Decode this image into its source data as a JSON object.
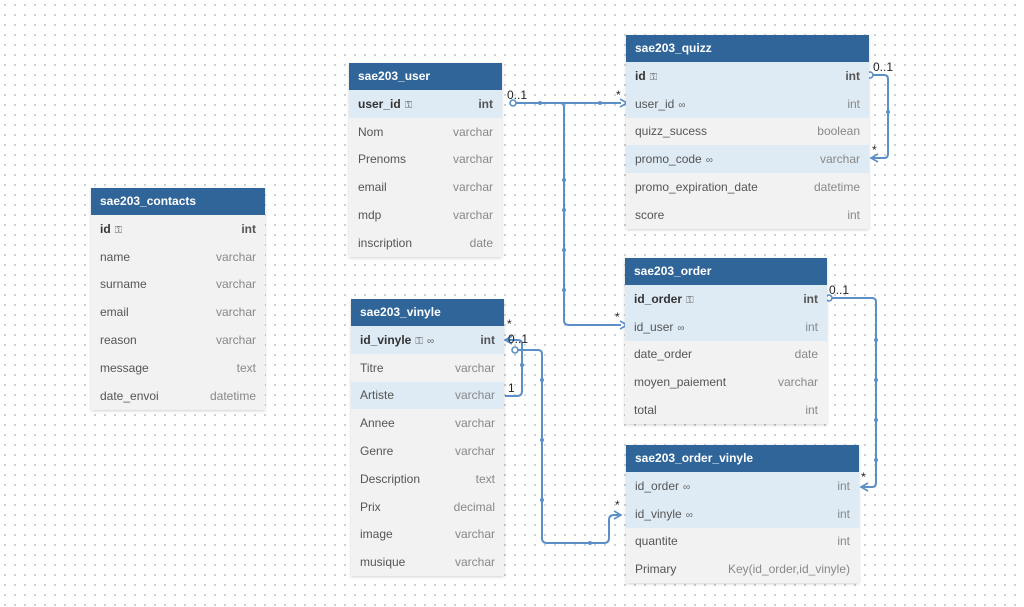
{
  "tables": {
    "contacts": {
      "name": "sae203_contacts",
      "fields": [
        {
          "name": "id",
          "type": "int",
          "key": true
        },
        {
          "name": "name",
          "type": "varchar"
        },
        {
          "name": "surname",
          "type": "varchar"
        },
        {
          "name": "email",
          "type": "varchar"
        },
        {
          "name": "reason",
          "type": "varchar"
        },
        {
          "name": "message",
          "type": "text"
        },
        {
          "name": "date_envoi",
          "type": "datetime"
        }
      ]
    },
    "user": {
      "name": "sae203_user",
      "fields": [
        {
          "name": "user_id",
          "type": "int",
          "key": true
        },
        {
          "name": "Nom",
          "type": "varchar"
        },
        {
          "name": "Prenoms",
          "type": "varchar"
        },
        {
          "name": "email",
          "type": "varchar"
        },
        {
          "name": "mdp",
          "type": "varchar"
        },
        {
          "name": "inscription",
          "type": "date"
        }
      ]
    },
    "quizz": {
      "name": "sae203_quizz",
      "fields": [
        {
          "name": "id",
          "type": "int",
          "key": true
        },
        {
          "name": "user_id",
          "type": "int",
          "fk": true
        },
        {
          "name": "quizz_sucess",
          "type": "boolean"
        },
        {
          "name": "promo_code",
          "type": "varchar",
          "fk": true
        },
        {
          "name": "promo_expiration_date",
          "type": "datetime"
        },
        {
          "name": "score",
          "type": "int"
        }
      ]
    },
    "vinyle": {
      "name": "sae203_vinyle",
      "fields": [
        {
          "name": "id_vinyle",
          "type": "int",
          "key": true,
          "fk": true
        },
        {
          "name": "Titre",
          "type": "varchar"
        },
        {
          "name": "Artiste",
          "type": "varchar"
        },
        {
          "name": "Annee",
          "type": "varchar"
        },
        {
          "name": "Genre",
          "type": "varchar"
        },
        {
          "name": "Description",
          "type": "text"
        },
        {
          "name": "Prix",
          "type": "decimal"
        },
        {
          "name": "image",
          "type": "varchar"
        },
        {
          "name": "musique",
          "type": "varchar"
        }
      ]
    },
    "order": {
      "name": "sae203_order",
      "fields": [
        {
          "name": "id_order",
          "type": "int",
          "key": true
        },
        {
          "name": "id_user",
          "type": "int",
          "fk": true
        },
        {
          "name": "date_order",
          "type": "date"
        },
        {
          "name": "moyen_paiement",
          "type": "varchar"
        },
        {
          "name": "total",
          "type": "int"
        }
      ]
    },
    "order_vinyle": {
      "name": "sae203_order_vinyle",
      "fields": [
        {
          "name": "id_order",
          "type": "int",
          "fk": true
        },
        {
          "name": "id_vinyle",
          "type": "int",
          "fk": true
        },
        {
          "name": "quantite",
          "type": "int"
        },
        {
          "name": "Primary",
          "type": "Key(id_order,id_vinyle)"
        }
      ]
    }
  },
  "cardinalities": {
    "user_quizz_one": "0..1",
    "user_quizz_many": "*",
    "quizz_self_one": "0..1",
    "quizz_self_many": "*",
    "user_order_many": "*",
    "vinyle_self_many": "*",
    "vinyle_self_one": "0..1",
    "vinyle_self_exact": "1",
    "order_ov_one": "0..1",
    "order_ov_many": "*",
    "vinyle_ov_many": "*"
  },
  "icons": {
    "key": "key-icon",
    "link": "link-icon"
  },
  "colors": {
    "header": "#2f6598",
    "highlight": "#deebf5",
    "line": "#5b8fc7"
  }
}
